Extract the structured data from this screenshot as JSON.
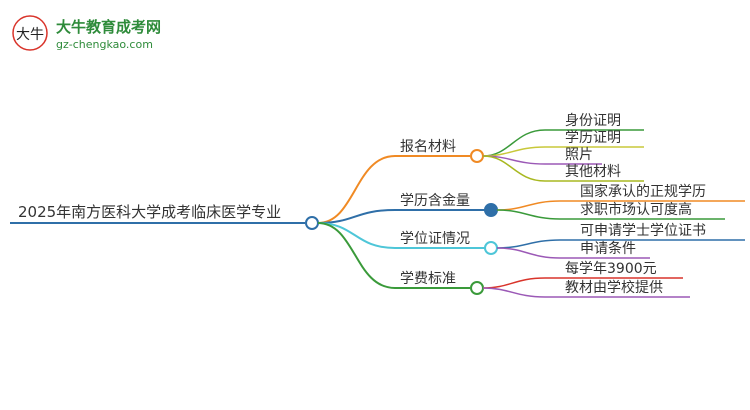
{
  "logo": {
    "title": "大牛教育成考网",
    "url": "gz-chengkao.com",
    "mark_text": "大牛"
  },
  "mindmap": {
    "root": "2025年南方医科大学成考临床医学专业",
    "branches": [
      {
        "label": "报名材料",
        "color": "#f08a24",
        "children": [
          {
            "label": "身份证明",
            "color": "#3a9a3a"
          },
          {
            "label": "学历证明",
            "color": "#c8c83a"
          },
          {
            "label": "照片",
            "color": "#9b59b6"
          },
          {
            "label": "其他材料",
            "color": "#a8b820"
          }
        ]
      },
      {
        "label": "学历含金量",
        "color": "#2f6fa8",
        "children": [
          {
            "label": "国家承认的正规学历",
            "color": "#f08a24"
          },
          {
            "label": "求职市场认可度高",
            "color": "#3a9a3a"
          }
        ]
      },
      {
        "label": "学位证情况",
        "color": "#4ec6d8",
        "children": [
          {
            "label": "可申请学士学位证书",
            "color": "#2f6fa8"
          },
          {
            "label": "申请条件",
            "color": "#9b59b6"
          }
        ]
      },
      {
        "label": "学费标准",
        "color": "#3a9a3a",
        "children": [
          {
            "label": "每学年3900元",
            "color": "#d9342b"
          },
          {
            "label": "教材由学校提供",
            "color": "#9b59b6"
          }
        ]
      }
    ]
  }
}
